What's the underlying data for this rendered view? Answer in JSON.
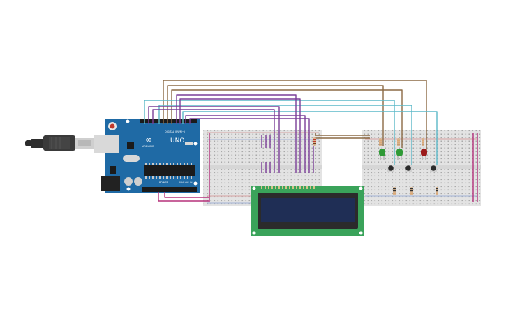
{
  "arduino": {
    "brand_text": "ARDUINO",
    "model_text": "UNO",
    "digital_label": "DIGITAL (PWM~)",
    "power_label": "POWER",
    "analog_label": "ANALOG IN",
    "logo_symbol": "∞",
    "board_color": "#1f6aa5"
  },
  "lcd": {
    "display_text": "",
    "pcb_color": "#3aa35a",
    "screen_color": "#1f2e55"
  },
  "leds": [
    {
      "color_name": "green",
      "hex": "#2f9a36"
    },
    {
      "color_name": "green",
      "hex": "#2f9a36"
    },
    {
      "color_name": "red",
      "hex": "#9b1a1a"
    }
  ],
  "wire_colors": {
    "brown": "#8b6a45",
    "purple": "#7a3e98",
    "cyan": "#5bb8c8",
    "magenta": "#b5317a"
  },
  "icons": [
    "usb-cable-icon",
    "arduino-uno-board-icon",
    "breadboard-icon",
    "lcd-display-icon",
    "push-button-icon",
    "led-icon",
    "resistor-icon"
  ]
}
